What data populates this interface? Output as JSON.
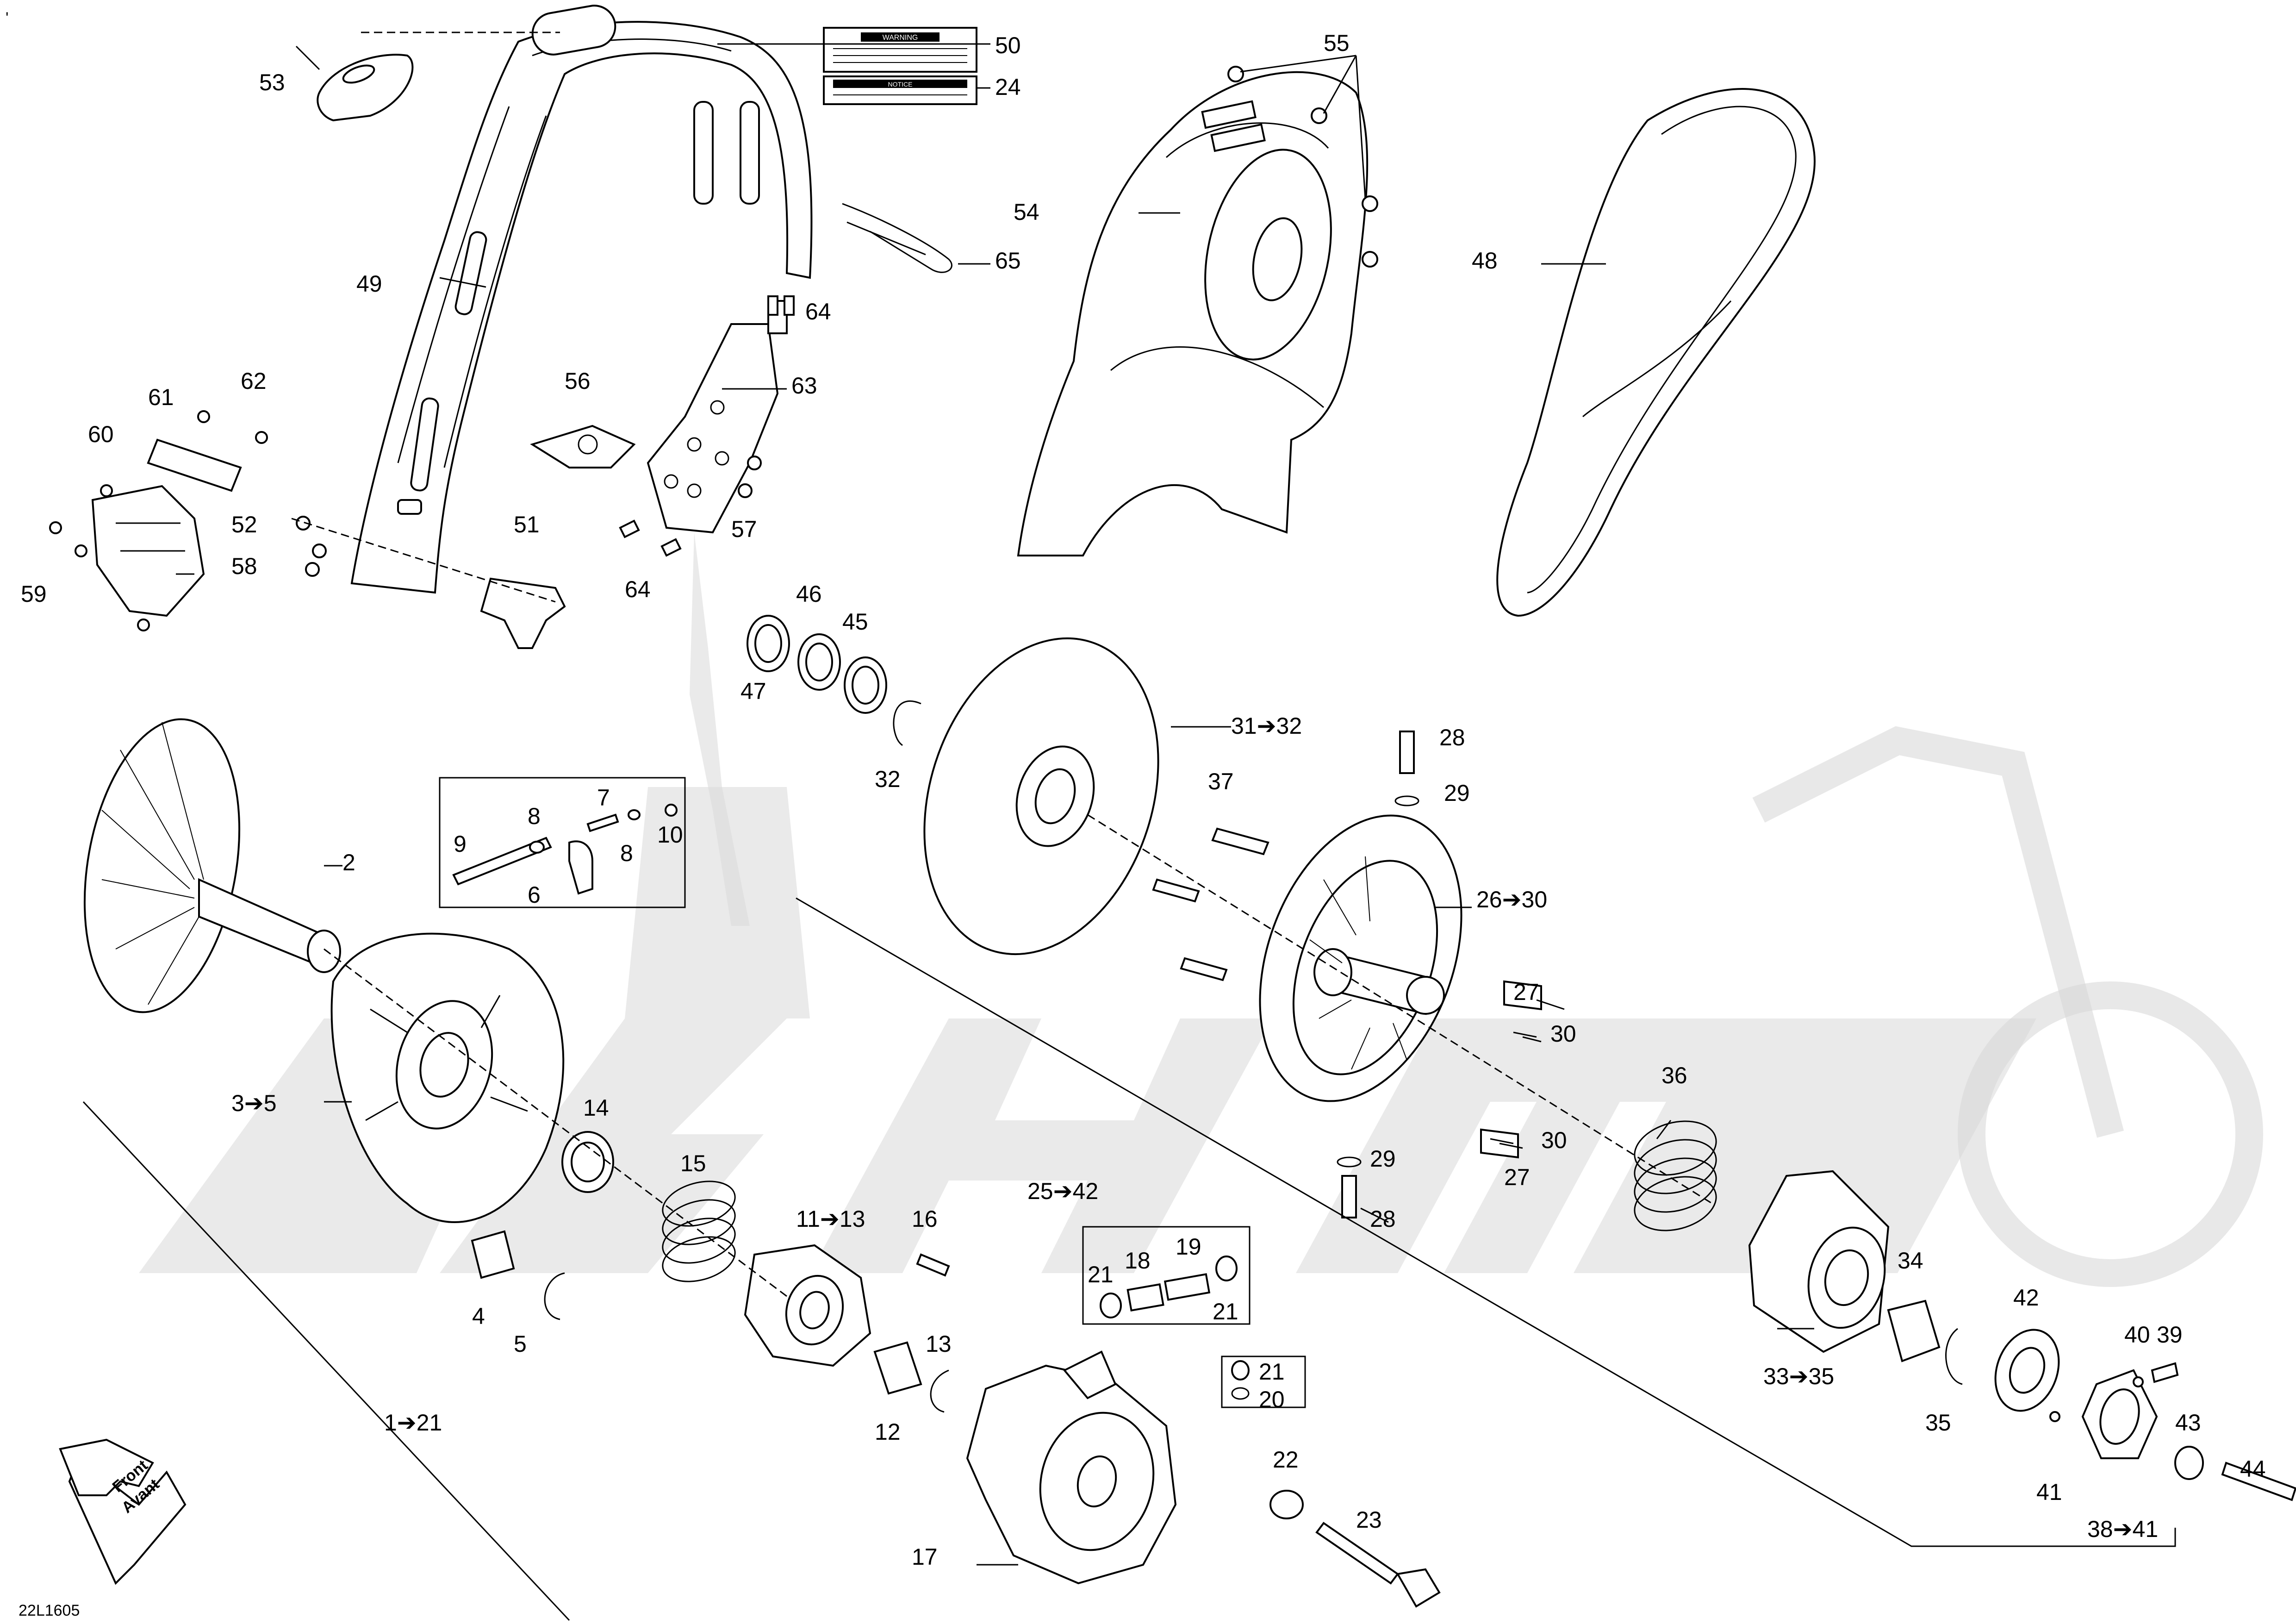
{
  "drawing_code": "22L1605",
  "corner_mark": "'",
  "front_arrow": {
    "line1": "Front",
    "line2": "Avant"
  },
  "warning_label": "WARNING",
  "notice_label": "NOTICE",
  "callouts": {
    "c1": "1➔21",
    "c2": "2",
    "c3": "3➔5",
    "c4": "4",
    "c5": "5",
    "c6": "6",
    "c7": "7",
    "c8a": "8",
    "c8b": "8",
    "c9": "9",
    "c10": "10",
    "c11": "11➔13",
    "c12": "12",
    "c13": "13",
    "c14": "14",
    "c15": "15",
    "c16": "16",
    "c17": "17",
    "c18": "18",
    "c19": "19",
    "c20": "20",
    "c21a": "21",
    "c21b": "21",
    "c21c": "21",
    "c22": "22",
    "c23": "23",
    "c24": "24",
    "c25": "25➔42",
    "c26": "26➔30",
    "c27a": "27",
    "c27b": "27",
    "c28a": "28",
    "c28b": "28",
    "c29a": "29",
    "c29b": "29",
    "c30a": "30",
    "c30b": "30",
    "c31": "31➔32",
    "c32": "32",
    "c33": "33➔35",
    "c34": "34",
    "c35": "35",
    "c36": "36",
    "c37": "37",
    "c38": "38➔41",
    "c39": "39",
    "c40": "40",
    "c41": "41",
    "c42": "42",
    "c43": "43",
    "c44": "44",
    "c45": "45",
    "c46": "46",
    "c47": "47",
    "c48": "48",
    "c49": "49",
    "c50": "50",
    "c51": "51",
    "c52": "52",
    "c53": "53",
    "c54": "54",
    "c55": "55",
    "c56": "56",
    "c57": "57",
    "c58": "58",
    "c59": "59",
    "c60": "60",
    "c61": "61",
    "c62": "62",
    "c63": "63",
    "c64a": "64",
    "c64b": "64",
    "c65": "65"
  }
}
